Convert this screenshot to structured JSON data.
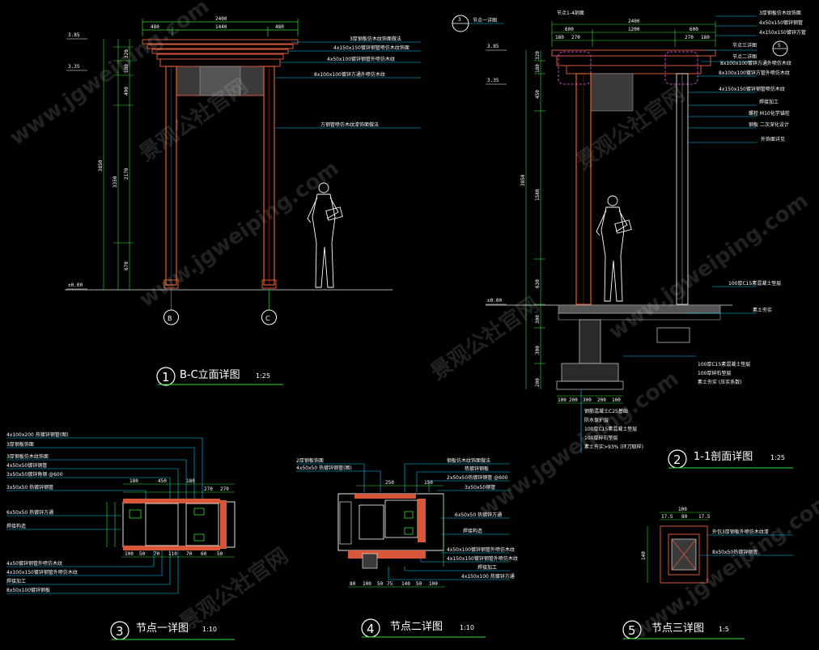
{
  "colors": {
    "background": "#000000",
    "post": "#e85a2a",
    "beam": "#d8563a",
    "notes": "#ffffff",
    "leader": "#00c8ff",
    "dimension": "#33dd33",
    "detail_boundary": "#cc44cc",
    "ground": "#aaaaaa"
  },
  "views": {
    "view1": {
      "number": "1",
      "title": "B-C立面详图",
      "scale": "1:25",
      "axis_b": "B",
      "axis_c": "C",
      "levels": [
        "3.85",
        "3.35",
        "±0.00"
      ],
      "dims_top": [
        "2400",
        "480",
        "1440",
        "480"
      ],
      "dims_left": [
        "3850",
        "3350",
        "320",
        "180",
        "490",
        "2170",
        "670"
      ],
      "notes": [
        "3厚钢板仿木纹饰面做法",
        "4x150x150镀锌钢管喷仿木纹饰面",
        "4x50x100镀锌钢管外喷仿木纹",
        "8x100x100镀锌方通外喷仿木纹",
        "方钢管喷仿木纹漆饰面做法"
      ]
    },
    "view2": {
      "number": "2",
      "title": "1-1剖面详图",
      "scale": "1:25",
      "detail5_tag": "5",
      "detail3_tag": "3",
      "detail3_label": "节点一详图",
      "detail5_label": "节点三详图",
      "levels": [
        "3.85",
        "3.35",
        "±0.00"
      ],
      "dims_top": [
        "2400",
        "600",
        "1200",
        "600",
        "180",
        "270",
        "270",
        "180"
      ],
      "dims_left": [
        "3850",
        "320",
        "180",
        "450",
        "1580",
        "630",
        "300",
        "300",
        "200"
      ],
      "dims_bottom": [
        "100",
        "200",
        "300",
        "200",
        "100"
      ],
      "top_note": "节点1-4剖面",
      "notes_right": [
        "3厚钢板仿木纹饰面",
        "4x50x150镀锌钢管",
        "4x150x150镀锌方管",
        "节点二详图",
        "8x100x100镀锌方通外喷仿木纹",
        "8x100x100镀锌方管外喷仿木纹",
        "4x150x150镀锌钢管喷仿木纹",
        "焊接加工",
        "螺栓 M10化学锚栓",
        "钢板 二次深化设计",
        "外饰面详见",
        "100厚C15素混凝土垫层",
        "素土夯实"
      ],
      "notes_bottom": [
        "100厚C15素混凝土垫层",
        "100厚碎石垫层",
        "素土夯实 (压实系数)",
        "钢筋混凝土C25基础",
        "防水保护层",
        "100厚C15素混凝土垫层",
        "100厚碎石垫层",
        "素土夯实>93% (环刀取样)"
      ]
    },
    "view3": {
      "number": "3",
      "title": "节点一详图",
      "scale": "1:10",
      "dims_top": [
        "180",
        "450",
        "180",
        "270",
        "270"
      ],
      "dims_bottom": [
        "100",
        "50",
        "70",
        "110",
        "70",
        "60",
        "50"
      ],
      "notes_left": [
        "4x100x200 热镀锌钢管(图)",
        "3厚钢板饰面",
        "3厚钢板仿木纹饰面",
        "4x50x50镀锌钢管",
        "3x50x50镀锌角钢 @600",
        "3x50x50 热镀锌钢管",
        "6x50x50 热镀锌方通",
        "焊接构造",
        "4x50镀锌钢管外喷仿木纹",
        "4x100x150镀锌钢管外喷仿木纹",
        "焊接加工",
        "8x50x100镀锌钢板"
      ]
    },
    "view4": {
      "number": "4",
      "title": "节点二详图",
      "scale": "1:10",
      "dims_top": [
        "250",
        "150"
      ],
      "dims_bottom": [
        "80",
        "100",
        "50",
        "75",
        "140",
        "50",
        "100"
      ],
      "notes_left": [
        "2厚钢板饰面",
        "4x50x50 热镀锌钢管(图)"
      ],
      "notes_right": [
        "钢板仿木纹饰面做法",
        "热镀锌钢板",
        "2x50x50热镀锌钢管 @600",
        "3x50x50钢管",
        "6x50x50 热镀锌方通",
        "焊接构造",
        "4x50x100镀锌钢管外喷仿木纹",
        "4x150x150镀锌钢管外喷仿木纹",
        "焊接加工",
        "4x150x100 热镀锌方通"
      ]
    },
    "view5": {
      "number": "5",
      "title": "节点三详图",
      "scale": "1:5",
      "dims_top": [
        "100",
        "17.5",
        "80",
        "17.5"
      ],
      "dims_left": [
        "140"
      ],
      "notes": [
        "外包3厚钢板外喷仿木纹漆",
        "8x50x50热镀锌钢管"
      ]
    }
  },
  "watermark": {
    "cn": "景观公社官网",
    "en": "www.jgweiping.com"
  }
}
